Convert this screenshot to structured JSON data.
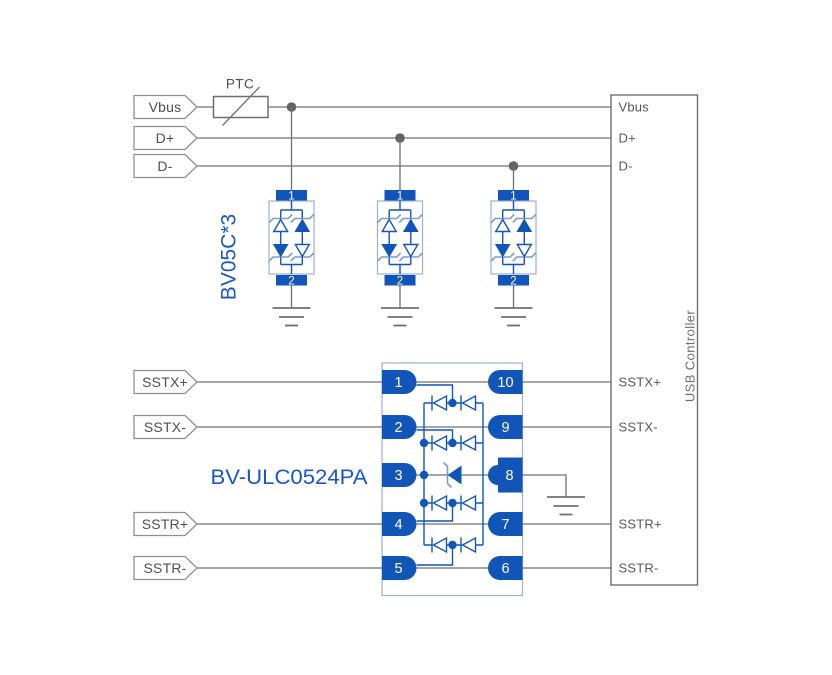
{
  "colors": {
    "background": "#ffffff",
    "wire": "#6f6f6f",
    "junction": "#636363",
    "blue": "#1155b9",
    "blue_light_border": "#9ab0d6",
    "zener_bar": "#7d9bcd",
    "label_border": "#8f8f8f",
    "label_text": "#4f4f4f",
    "box_border": "#6f6f6f",
    "box_text": "#585858",
    "box_title": "#6e6e6e",
    "title_blue": "#1758c4",
    "pin_text": "#ffffff"
  },
  "net_labels": [
    "Vbus",
    "D+",
    "D-",
    "SSTX+",
    "SSTX-",
    "SSTR+",
    "SSTR-"
  ],
  "ptc": {
    "label": "PTC"
  },
  "tvs": {
    "group_label": "BV05C*3",
    "pin_top": "1",
    "pin_bottom": "2"
  },
  "ic": {
    "label": "BV-ULC0524PA",
    "left_pins": [
      "1",
      "2",
      "3",
      "4",
      "5"
    ],
    "right_pins": [
      "10",
      "9",
      "8",
      "7",
      "6"
    ]
  },
  "controller": {
    "title": "USB Controller",
    "pins": [
      "Vbus",
      "D+",
      "D-",
      "SSTX+",
      "SSTX-",
      "SSTR+",
      "SSTR-"
    ]
  }
}
